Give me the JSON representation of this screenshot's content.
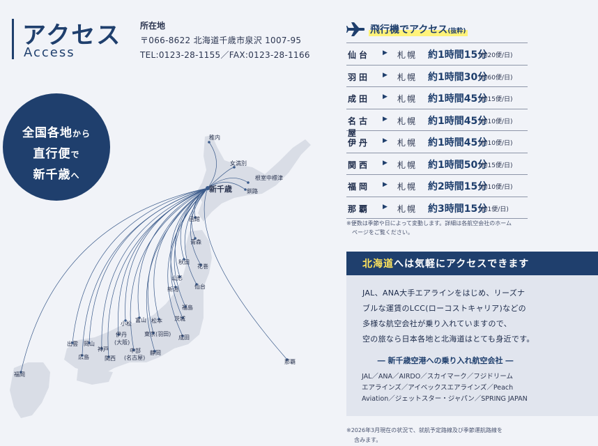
{
  "header": {
    "title_jp": "アクセス",
    "title_en": "Access",
    "address_heading": "所在地",
    "address_line": "〒066-8622 北海道千歳市泉沢 1007-95",
    "contact_line": "TEL:0123-28-1155／FAX:0123-28-1166"
  },
  "badge": {
    "line1_main": "全国各地",
    "line1_small": "から",
    "line2_main": "直行便",
    "line2_small": "で",
    "line3_main": "新千歳",
    "line3_small": "へ"
  },
  "map": {
    "hub": "新千歳",
    "cities": {
      "wakkanai": "稚内",
      "memanbetsu": "女満別",
      "nakashibetsu": "根室中標津",
      "kushiro": "釧路",
      "hakodate": "函館",
      "aomori": "青森",
      "akita": "秋田",
      "hanamaki": "花巻",
      "yamagata": "山形",
      "sendai": "仙台",
      "niigata": "新潟",
      "fukushima": "福島",
      "komatsu": "小松",
      "toyama": "富山",
      "matsumoto": "松本",
      "ibaraki": "茨城",
      "tokyo": "東京(羽田)",
      "narita": "成田",
      "izumo": "出雲",
      "okayama": "岡山",
      "kobe": "神戸",
      "itami": "伊丹",
      "osaka": "(大阪)",
      "hiroshima": "広島",
      "kansai": "関西",
      "chubu": "中部",
      "nagoya": "(名古屋)",
      "shizuoka": "静岡",
      "fukuoka": "福岡",
      "naha": "那覇"
    }
  },
  "flights": {
    "heading": "飛行機でアクセス",
    "heading_small": "(抜粋)",
    "arrow": "▶",
    "destination": "札幌",
    "rows": [
      {
        "from": "仙台",
        "time": "約1時間15分",
        "freq": "(約20便/日)"
      },
      {
        "from": "羽田",
        "time": "約1時間30分",
        "freq": "(約60便/日)"
      },
      {
        "from": "成田",
        "time": "約1時間45分",
        "freq": "(約15便/日)"
      },
      {
        "from": "名古屋",
        "time": "約1時間45分",
        "freq": "(約10便/日)"
      },
      {
        "from": "伊丹",
        "time": "約1時間45分",
        "freq": "(約10便/日)"
      },
      {
        "from": "関西",
        "time": "約1時間50分",
        "freq": "(約15便/日)"
      },
      {
        "from": "福岡",
        "time": "約2時間15分",
        "freq": "(約10便/日)"
      },
      {
        "from": "那覇",
        "time": "約3時間15分",
        "freq": "(約1便/日)"
      }
    ],
    "note_line1": "※便数は季節や日によって変動します。詳細は各航空会社のホーム",
    "note_line2": "ページをご覧ください。"
  },
  "info": {
    "heading_hl": "北海道",
    "heading_rest": "へは気軽にアクセスできます",
    "paragraph": [
      "JAL、ANA大手エアラインをはじめ、リーズナ",
      "ブルな運賃のLCC(ローコストキャリア)などの",
      "多様な航空会社が乗り入れていますので、",
      "空の旅なら日本各地と北海道はとても身近です。"
    ],
    "airlines_heading": "― 新千歳空港への乗り入れ航空会社 ―",
    "airlines": [
      "JAL／ANA／AIRDO／スカイマーク／フジドリーム",
      "エアラインズ／アイベックスエアラインズ／Peach",
      "Aviation／ジェットスター・ジャパン／SPRING JAPAN"
    ]
  },
  "footnote": {
    "line1": "※2026年3月現在の状況で、就航予定路線及び季節運航路線を",
    "line2": "含みます。"
  },
  "colors": {
    "navy": "#1f3f6d",
    "highlight_yellow": "#fff27a",
    "heading_yellow": "#ffe45c",
    "background": "#f1f3f8",
    "box_gray": "#e1e5ee"
  }
}
